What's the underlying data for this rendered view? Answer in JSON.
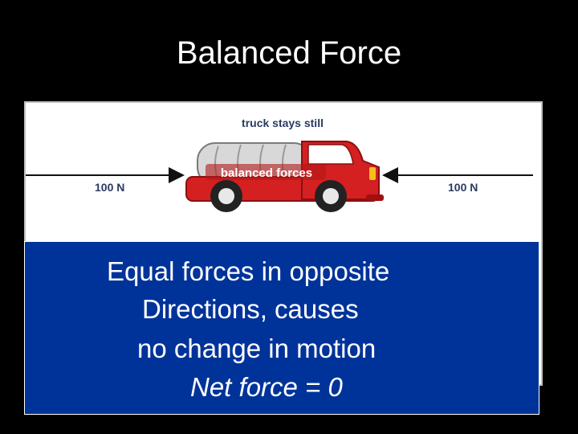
{
  "slide": {
    "title": "Balanced Force"
  },
  "diagram": {
    "heading": "truck stays still",
    "center_label": "balanced forces",
    "left_force": "100 N",
    "right_force": "100 N",
    "truck_color": "#d42020"
  },
  "caption": {
    "line1": "Equal forces in opposite",
    "line2": "Directions, causes",
    "line3": "no change in motion",
    "line4": "Net force = 0",
    "background": "#003399"
  }
}
